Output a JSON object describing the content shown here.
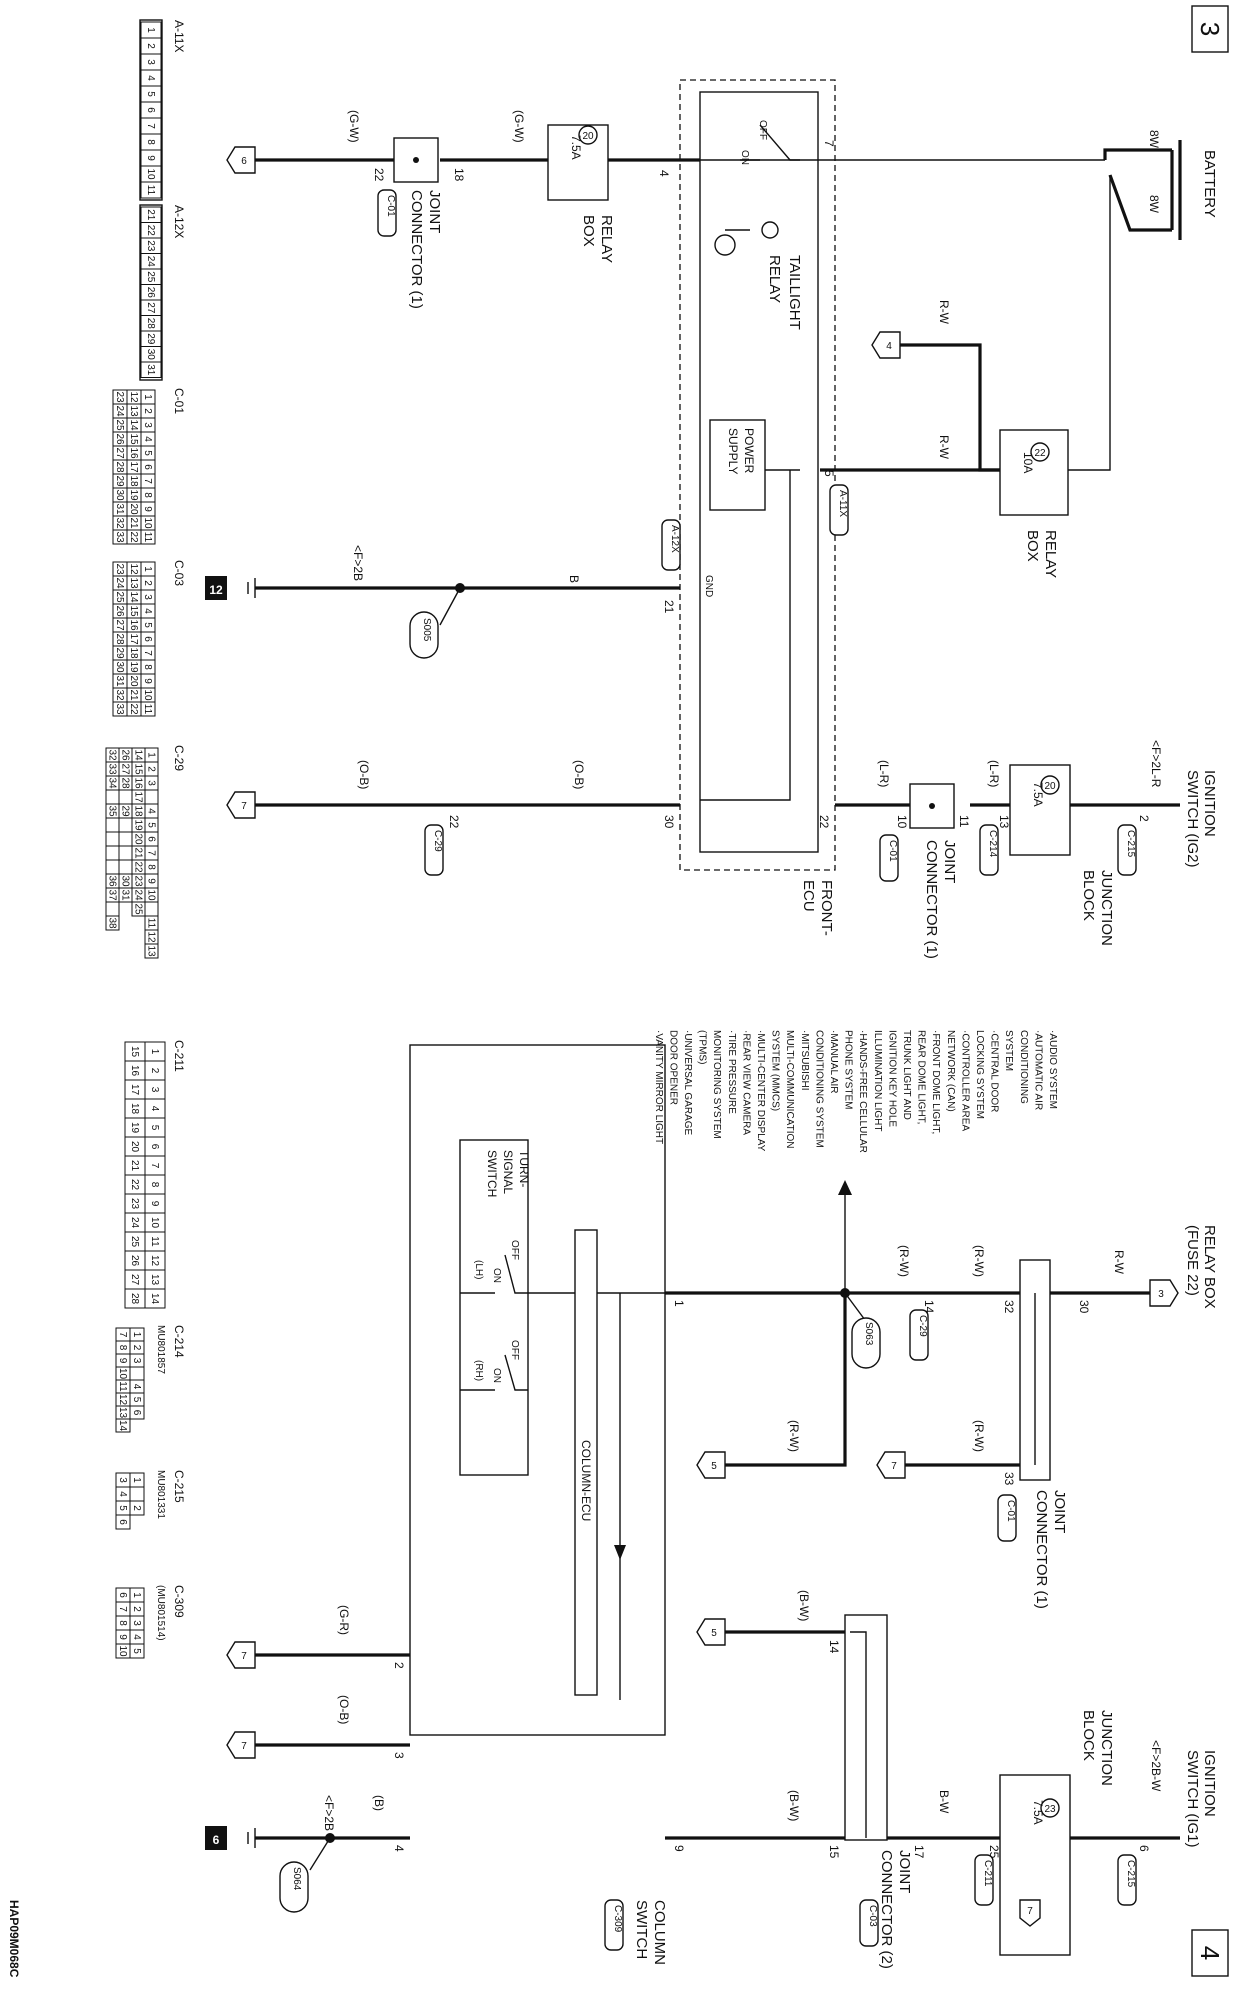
{
  "page_no_left": "3",
  "page_no_right": "4",
  "figure_code": "HAP09M068C",
  "left": {
    "battery": "BATTERY",
    "bat_w1": "8W",
    "bat_w2": "8W",
    "relay_box_top": "RELAY",
    "relay_box_top2": "BOX",
    "fuse22_no": "22",
    "fuse22_amp": "10A",
    "rw_top": "R-W",
    "rw_mid": "R-W",
    "flag4": "4",
    "pin7": "7",
    "pin5": "5",
    "a11x_ref": "A-11X",
    "taillight": "TAILLIGHT",
    "relay": "RELAY",
    "off": "OFF",
    "on": "ON",
    "power": "POWER",
    "supply": "SUPPLY",
    "pin4": "4",
    "relay_box_bot": "RELAY",
    "relay_box_bot2": "BOX",
    "fuse20_no": "20",
    "fuse20_amp": "7.5A",
    "gw1": "(G-W)",
    "gw2": "(G-W)",
    "pin18": "18",
    "pin22a": "22",
    "jc_name1": "JOINT",
    "jc_name2": "CONNECTOR (1)",
    "jc_ref": "C-01",
    "flag6": "6",
    "a12x_ref": "A-12X",
    "gnd": "GND",
    "pin21": "21",
    "b_wire": "B",
    "f2b": "<F>2B",
    "s005": "S005",
    "ground12": "12",
    "ign_sw": "IGNITION",
    "ign_sw2": "SWITCH (IG2)",
    "f2lr": "<F>2L-R",
    "pin2": "2",
    "c215_ref": "C-215",
    "jb1": "JUNCTION",
    "jb2": "BLOCK",
    "fuse20b_no": "20",
    "fuse20b_amp": "7.5A",
    "pin13": "13",
    "c214_ref": "C-214",
    "lr1": "(L-R)",
    "lr2": "(L-R)",
    "pin11": "11",
    "pin10": "10",
    "jc2_1": "JOINT",
    "jc2_2": "CONNECTOR (1)",
    "jc2_ref": "C-01",
    "pin22b": "22",
    "front_ecu1": "FRONT-",
    "front_ecu2": "ECU",
    "pin30": "30",
    "ob1": "(O-B)",
    "ob2": "(O-B)",
    "pin22c": "22",
    "c29_ref": "C-29",
    "flag7": "7"
  },
  "right": {
    "relay_box": "RELAY BOX",
    "fuse22": "(FUSE 22)",
    "flag3": "3",
    "rw_a": "R-W",
    "pin30": "30",
    "pin32": "32",
    "pin33": "33",
    "rw_b": "(R-W)",
    "rw_c": "(R-W)",
    "flag7a": "7",
    "jc1_1": "JOINT",
    "jc1_2": "CONNECTOR (1)",
    "jc1_ref": "C-01",
    "pin14": "14",
    "c29_ref": "C-29",
    "rw_d": "(R-W)",
    "rw_e": "(R-W)",
    "s063": "S063",
    "flag5a": "5",
    "pin1": "1",
    "systems": [
      "·AUDIO SYSTEM",
      "·AUTOMATIC AIR",
      " CONDITIONING",
      " SYSTEM",
      "·CENTRAL DOOR",
      " LOCKING SYSTEM",
      "·CONTROLLER AREA",
      " NETWORK (CAN)",
      "·FRONT DOME LIGHT,",
      " REAR DOME LIGHT,",
      " TRUNK LIGHT AND",
      " IGNITION KEY HOLE",
      " ILLUMINATION LIGHT",
      "·HANDS-FREE CELLULAR",
      " PHONE SYSTEM",
      "·MANUAL AIR",
      " CONDITIONING SYSTEM",
      "·MITSUBISHI",
      " MULTI-COMMUNICATION",
      " SYSTEM (MMCS)",
      "·MULTI-CENTER DISPLAY",
      "·REAR VIEW CAMERA",
      "·TIRE PRESSURE",
      " MONITORING SYSTEM",
      " (TPMS)",
      "·UNIVERSAL GARAGE",
      " DOOR OPENER",
      "·VANITY MIRROR LIGHT"
    ],
    "turn1": "TURN-",
    "turn2": "SIGNAL",
    "turn3": "SWITCH",
    "off_l": "OFF",
    "on_l": "ON",
    "lh": "(LH)",
    "off_r": "OFF",
    "on_r": "ON",
    "rh": "(RH)",
    "column_ecu": "COLUMN-ECU",
    "ign1": "IGNITION",
    "ign2": "SWITCH (IG1)",
    "f2bw": "<F>2B-W",
    "pin6": "6",
    "c215_ref": "C-215",
    "jb1": "JUNCTION",
    "jb2": "BLOCK",
    "fuse23_no": "23",
    "fuse23_amp": "7.5A",
    "pin25": "25",
    "c211_ref": "C-211",
    "bw": "B-W",
    "flag7b": "7",
    "pin17": "17",
    "pin15": "15",
    "pin14b": "14",
    "bw2": "(B-W)",
    "bw3": "(B-W)",
    "flag5b": "5",
    "jc2_1": "JOINT",
    "jc2_2": "CONNECTOR (2)",
    "jc2_ref": "C-03",
    "pin9": "9",
    "gr": "(G-R)",
    "pin2": "2",
    "flag7c": "7",
    "ob": "(O-B)",
    "pin3": "3",
    "flag7d": "7",
    "b": "(B)",
    "pin4": "4",
    "f2b": "<F>2B",
    "s064": "S064",
    "ground6": "6",
    "col_sw1": "COLUMN",
    "col_sw2": "SWITCH",
    "col_sw_ref": "C-309"
  },
  "connectors": {
    "a11x": {
      "name": "A-11X",
      "pins": [
        "1",
        "2",
        "3",
        "4",
        "5",
        "6",
        "7",
        "8",
        "9",
        "10",
        "11"
      ]
    },
    "a12x": {
      "name": "A-12X",
      "pins": [
        "21",
        "22",
        "23",
        "24",
        "25",
        "26",
        "27",
        "28",
        "29",
        "30",
        "31"
      ]
    },
    "c01": {
      "name": "C-01",
      "row1": [
        "1",
        "2",
        "3",
        "4",
        "5",
        "6",
        "7",
        "8",
        "9",
        "10",
        "11"
      ],
      "row2": [
        "12",
        "13",
        "14",
        "15",
        "16",
        "17",
        "18",
        "19",
        "20",
        "21",
        "22"
      ],
      "row3": [
        "23",
        "24",
        "25",
        "26",
        "27",
        "28",
        "29",
        "30",
        "31",
        "32",
        "33"
      ]
    },
    "c03": {
      "name": "C-03",
      "row1": [
        "1",
        "2",
        "3",
        "4",
        "5",
        "6",
        "7",
        "8",
        "9",
        "10",
        "11"
      ],
      "row2": [
        "12",
        "13",
        "14",
        "15",
        "16",
        "17",
        "18",
        "19",
        "20",
        "21",
        "22"
      ],
      "row3": [
        "23",
        "24",
        "25",
        "26",
        "27",
        "28",
        "29",
        "30",
        "31",
        "32",
        "33"
      ]
    },
    "c29": {
      "name": "C-29",
      "row1": [
        "1",
        "2",
        "3",
        "",
        "4",
        "5",
        "6",
        "7",
        "8",
        "9",
        "10",
        "",
        "11",
        "12",
        "13"
      ],
      "row2": [
        "14",
        "15",
        "16",
        "17",
        "18",
        "19",
        "20",
        "21",
        "22",
        "23",
        "24",
        "25"
      ],
      "row3": [
        "26",
        "27",
        "28",
        "",
        "29",
        "",
        "",
        "",
        "",
        "30",
        "31"
      ],
      "row4": [
        "32",
        "33",
        "34",
        "",
        "35",
        "",
        "",
        "",
        "",
        "36",
        "37",
        "",
        "38"
      ]
    },
    "c211": {
      "name": "C-211",
      "row1": [
        "1",
        "2",
        "3",
        "4",
        "5",
        "6",
        "7",
        "8",
        "9",
        "10",
        "11",
        "12",
        "13",
        "14"
      ],
      "row2": [
        "15",
        "16",
        "17",
        "18",
        "19",
        "20",
        "21",
        "22",
        "23",
        "24",
        "25",
        "26",
        "27",
        "28"
      ]
    },
    "c214": {
      "name": "C-214",
      "part": "MU801857",
      "row1": [
        "1",
        "2",
        "3",
        "",
        "4",
        "5",
        "6"
      ],
      "row2": [
        "7",
        "8",
        "9",
        "10",
        "11",
        "12",
        "13",
        "14"
      ]
    },
    "c215": {
      "name": "C-215",
      "part": "MU801331",
      "row1": [
        "1",
        "",
        "2"
      ],
      "row2": [
        "3",
        "4",
        "5",
        "6"
      ]
    },
    "c309": {
      "name": "C-309",
      "part": "(MU801514)",
      "row1": [
        "1",
        "2",
        "3",
        "4",
        "5"
      ],
      "row2": [
        "6",
        "7",
        "8",
        "9",
        "10"
      ]
    }
  }
}
